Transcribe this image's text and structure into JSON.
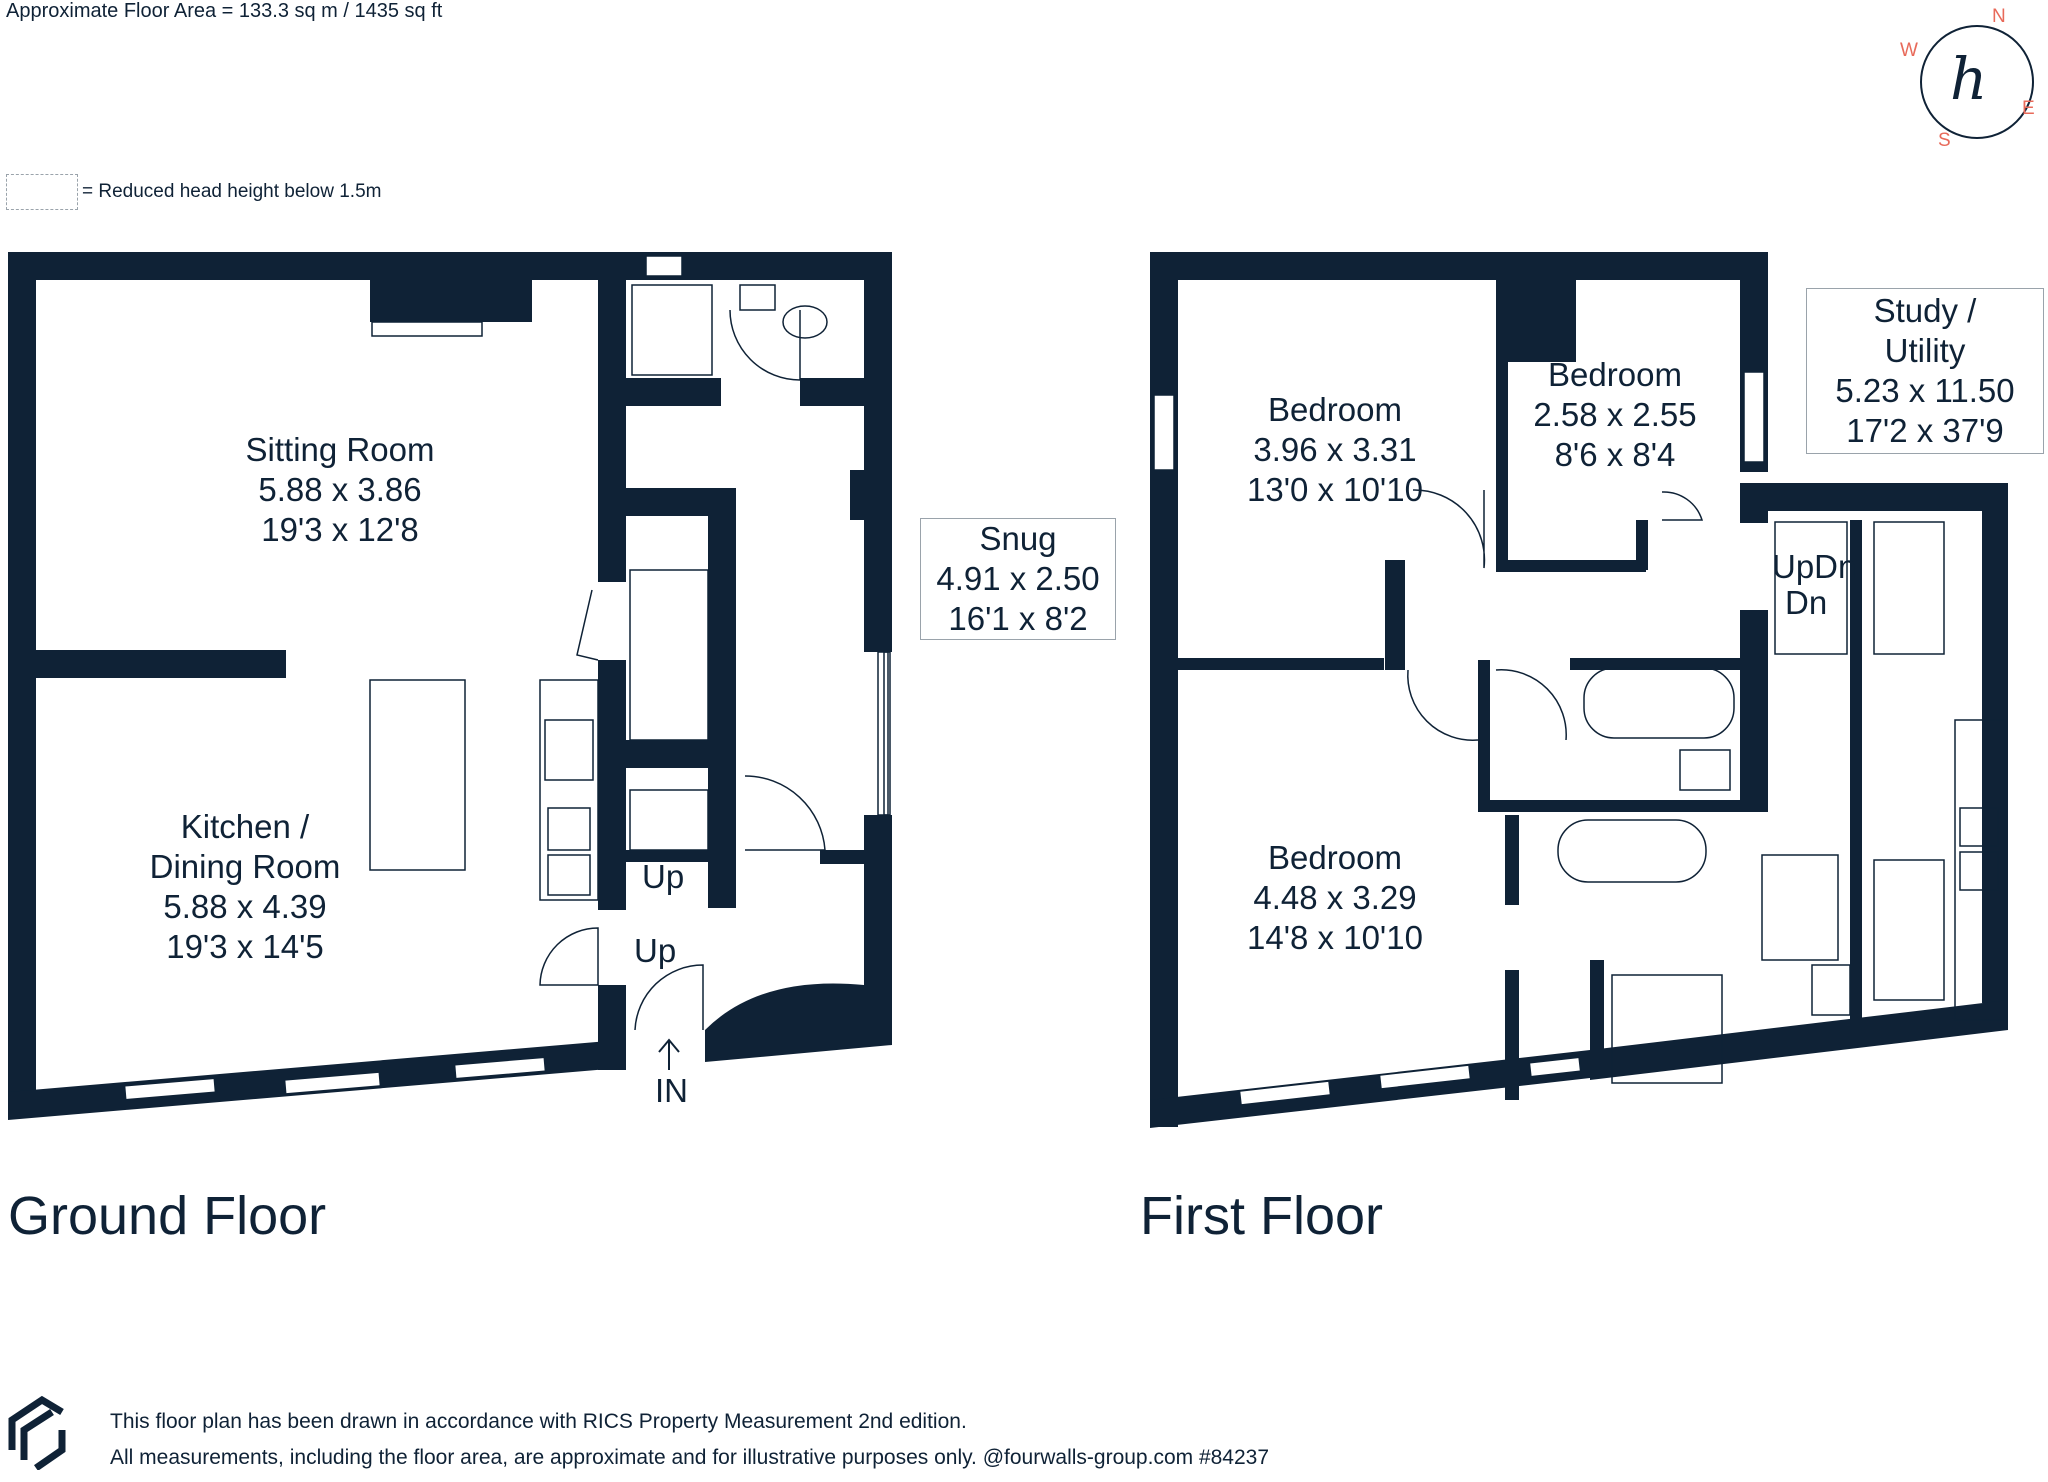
{
  "header": {
    "floor_area": "Approximate Floor Area =  133.3 sq m / 1435 sq ft"
  },
  "legend": {
    "text": "= Reduced head height below 1.5m"
  },
  "compass": {
    "n": "N",
    "s": "S",
    "e": "E",
    "w": "W",
    "monogram": "h"
  },
  "ground_floor": {
    "title": "Ground Floor",
    "rooms": [
      {
        "name": "Sitting Room",
        "metric": "5.88 x 3.86",
        "imperial": "19'3 x 12'8"
      },
      {
        "name": "Kitchen /",
        "name2": "Dining Room",
        "metric": "5.88 x 4.39",
        "imperial": "19'3 x 14'5"
      },
      {
        "name": "Snug",
        "metric": "4.91 x 2.50",
        "imperial": "16'1 x 8'2"
      }
    ],
    "labels": {
      "up1": "Up",
      "up2": "Up",
      "in": "IN"
    }
  },
  "first_floor": {
    "title": "First Floor",
    "rooms": [
      {
        "name": "Bedroom",
        "metric": "3.96 x 3.31",
        "imperial": "13'0 x 10'10"
      },
      {
        "name": "Bedroom",
        "metric": "2.58 x 2.55",
        "imperial": "8'6 x 8'4"
      },
      {
        "name": "Study /",
        "name2": "Utility",
        "metric": "5.23 x 11.50",
        "imperial": "17'2 x 37'9"
      },
      {
        "name": "Bedroom",
        "metric": "4.48 x 3.29",
        "imperial": "14'8 x 10'10"
      }
    ],
    "labels": {
      "updn": "UpDn",
      "dn": "Dn"
    }
  },
  "footer": {
    "line1": "This floor plan has been drawn in accordance with RICS Property Measurement 2nd edition.",
    "line2": "All measurements, including the floor area, are approximate and for illustrative purposes only. @fourwalls-group.com #84237"
  }
}
